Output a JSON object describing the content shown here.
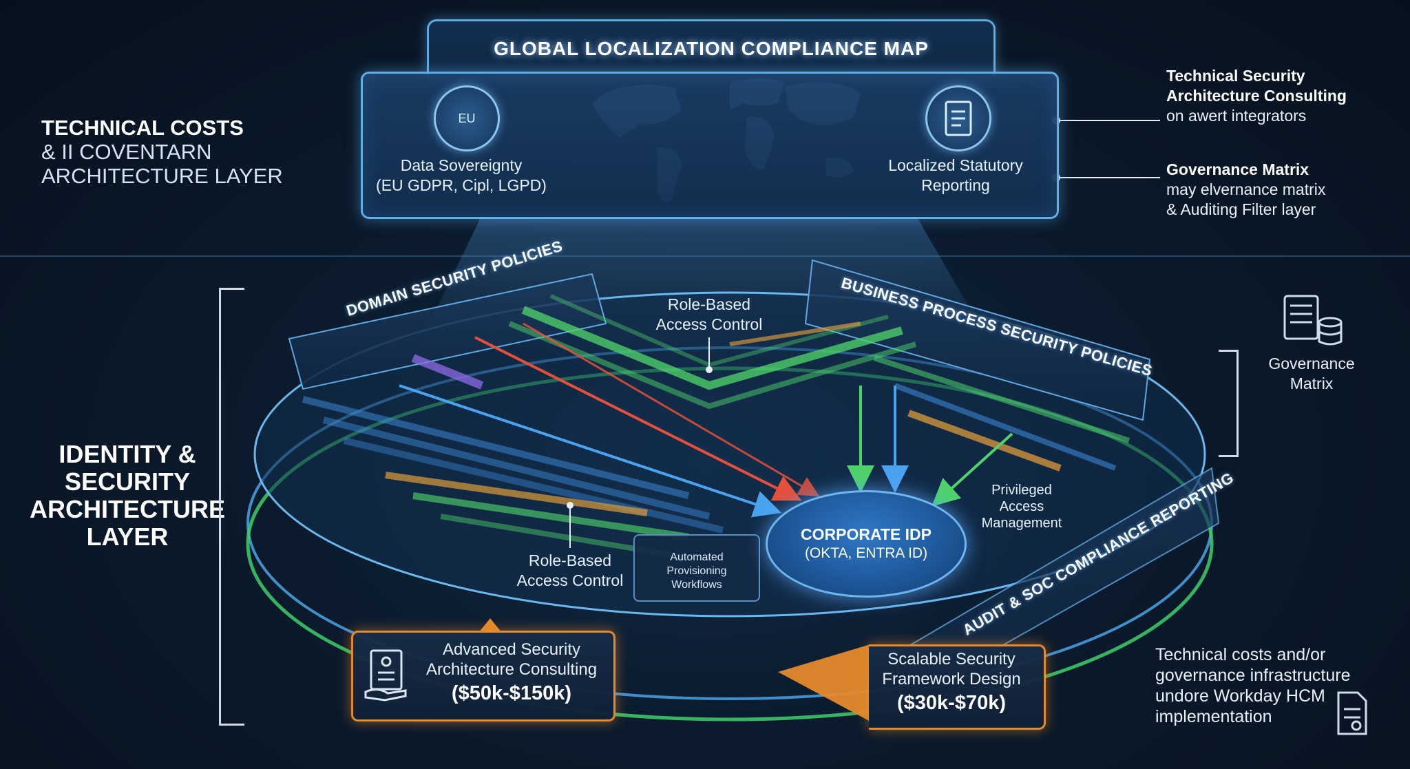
{
  "top_panel": {
    "title": "GLOBAL LOCALIZATION COMPLIANCE MAP",
    "eu_badge": "EU",
    "left_label_line1": "Data Sovereignty",
    "left_label_line2": "(EU GDPR, Cipl, LGPD)",
    "right_label_line1": "Localized Statutory",
    "right_label_line2": "Reporting"
  },
  "left_titles": {
    "technical_line1": "TECHNICAL COSTS",
    "technical_line2": "& II COVENTARN",
    "technical_line3": "ARCHITECTURE LAYER",
    "identity_line1": "IDENTITY &",
    "identity_line2": "SECURITY",
    "identity_line3": "ARCHITECTURE",
    "identity_line4": "LAYER"
  },
  "right_notes": {
    "note1_head1": "Technical Security",
    "note1_head2": "Architecture Consulting",
    "note1_body": "on awert integrators",
    "note2_head": "Governance Matrix",
    "note2_body1": "may elvernance matrix",
    "note2_body2": "& Auditing Filter layer",
    "governance_line1": "Governance",
    "governance_line2": "Matrix",
    "bottom_line1": "Technical costs and/or",
    "bottom_line2": "governance infrastructure",
    "bottom_line3": "undore Workday HCM",
    "bottom_line4": "implementation"
  },
  "platform": {
    "domain_policies": "DOMAIN SECURITY POLICIES",
    "business_policies": "BUSINESS PROCESS SECURITY POLICIES",
    "audit_reporting": "AUDIT & SOC COMPLIANCE REPORTING",
    "rbac_top_line1": "Role-Based",
    "rbac_top_line2": "Access Control",
    "rbac_bottom_line1": "Role-Based",
    "rbac_bottom_line2": "Access Control",
    "pam_line1": "Privileged",
    "pam_line2": "Access",
    "pam_line3": "Management",
    "auto_line1": "Automated",
    "auto_line2": "Provisioning",
    "auto_line3": "Workflows",
    "idp_line1": "CORPORATE IDP",
    "idp_line2": "(OKTA, ENTRA ID)"
  },
  "offerings": {
    "advanced_line1": "Advanced Security",
    "advanced_line2": "Architecture Consulting",
    "advanced_price": "($50k-$150k)",
    "scalable_line1": "Scalable Security",
    "scalable_line2": "Framework Design",
    "scalable_price": "($30k-$70k)"
  },
  "colors": {
    "accent_blue": "#5fa8e0",
    "green": "#4fd36a",
    "orange": "#e58a2c",
    "red": "#e5503a",
    "purple": "#8a6ae0"
  }
}
